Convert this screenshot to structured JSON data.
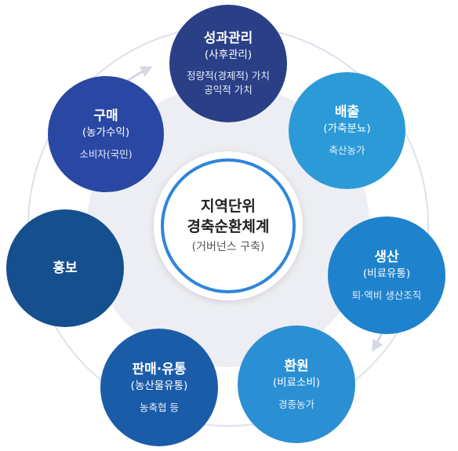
{
  "center": {
    "title_line1": "지역단위",
    "title_line2": "경축순환체계",
    "subtitle": "(거버넌스 구축)"
  },
  "nodes": {
    "performance": {
      "title": "성과관리",
      "subtitle": "(사후관리)",
      "desc_line1": "정량적(경제적) 가치",
      "desc_line2": "공익적 가치",
      "color": "#2a3f86"
    },
    "excretion": {
      "title": "배출",
      "subtitle": "(가축분뇨)",
      "desc": "축산농가",
      "color": "#2b9ad7"
    },
    "production": {
      "title": "생산",
      "subtitle": "(비료유통)",
      "desc": "퇴·액비 생산조직",
      "color": "#1f82cc"
    },
    "return": {
      "title": "환원",
      "subtitle": "(비료소비)",
      "desc": "경종농가",
      "color": "#2b8fd3"
    },
    "sales": {
      "title": "판매·유통",
      "subtitle": "(농산물유통)",
      "desc": "농축협 등",
      "color": "#1b5ca9"
    },
    "promotion": {
      "title": "홍보",
      "color": "#164f8d"
    },
    "purchase": {
      "title": "구매",
      "subtitle": "(농가수익)",
      "desc": "소비자(국민)",
      "color": "#2a47a3"
    }
  },
  "colors": {
    "ring_background": "#eceef3",
    "ring_line": "#dde1ea",
    "center_border": "#2e86d8",
    "arrow": "#d4d8e2"
  }
}
